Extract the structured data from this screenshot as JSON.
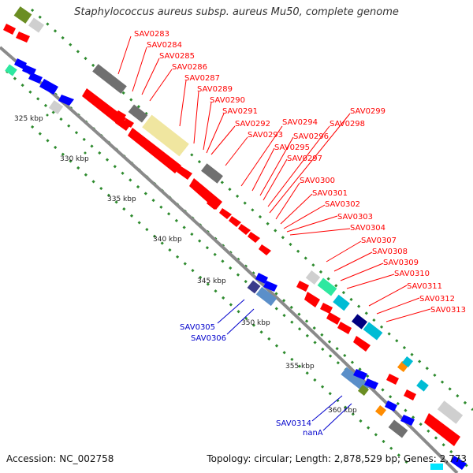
{
  "header": {
    "title": "Staphylococcus aureus subsp. aureus Mu50, complete genome"
  },
  "footer": {
    "accession_label": "Accession:",
    "accession": "NC_002758",
    "topology_label": "Topology:",
    "topology": "circular",
    "length_label": "Length:",
    "length": "2,878,529 bp",
    "genes_label": "Genes:",
    "genes": "2,773"
  },
  "colors": {
    "backbone": "#888888",
    "cds": "#ff0000",
    "trna": "#808080",
    "cds_blue": "#0000ff",
    "gene_label_red": "#ff0000",
    "gene_label_blue": "#0000cc",
    "dot_ring": "#2e8b2e"
  },
  "ticks": [
    "325 kbp",
    "330 kbp",
    "335 kbp",
    "340 kbp",
    "345 kbp",
    "350 kbp",
    "355 kbp",
    "360 kbp"
  ],
  "red_labels": [
    "SAV0283",
    "SAV0284",
    "SAV0285",
    "SAV0286",
    "SAV0287",
    "SAV0289",
    "SAV0290",
    "SAV0291",
    "SAV0292",
    "SAV0293",
    "SAV0294",
    "SAV0295",
    "SAV0296",
    "SAV0297",
    "SAV0298",
    "SAV0299",
    "SAV0300",
    "SAV0301",
    "SAV0302",
    "SAV0303",
    "SAV0304",
    "SAV0307",
    "SAV0308",
    "SAV0309",
    "SAV0310",
    "SAV0311",
    "SAV0312",
    "SAV0313"
  ],
  "blue_labels": [
    "SAV0305",
    "SAV0306",
    "SAV0314",
    "nanA"
  ]
}
